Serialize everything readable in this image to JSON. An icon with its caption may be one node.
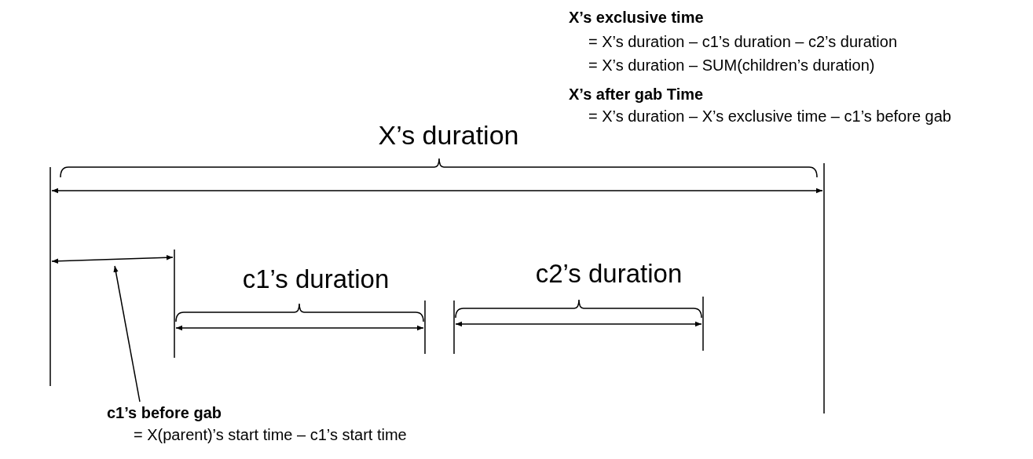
{
  "diagram": {
    "nodes": [
      {
        "text": [
          "c1’s before gab",
          "= X(parent)’s start time – c1’s start time"
        ]
      },
      {
        "text": [],
        "shape": "line"
      }
    ],
    "edges": [
      {
        "from": 0,
        "to": 1,
        "arrow": "to"
      }
    ],
    "labels": [
      "X’s exclusive time",
      "= X’s duration – c1’s duration – c2’s duration",
      "= X’s duration – SUM(children’s duration)",
      "X’s after gab Time",
      "= X’s duration – X’s exclusive time – c1’s before gab",
      "X’s duration",
      "c1’s duration",
      "c2’s duration"
    ]
  }
}
